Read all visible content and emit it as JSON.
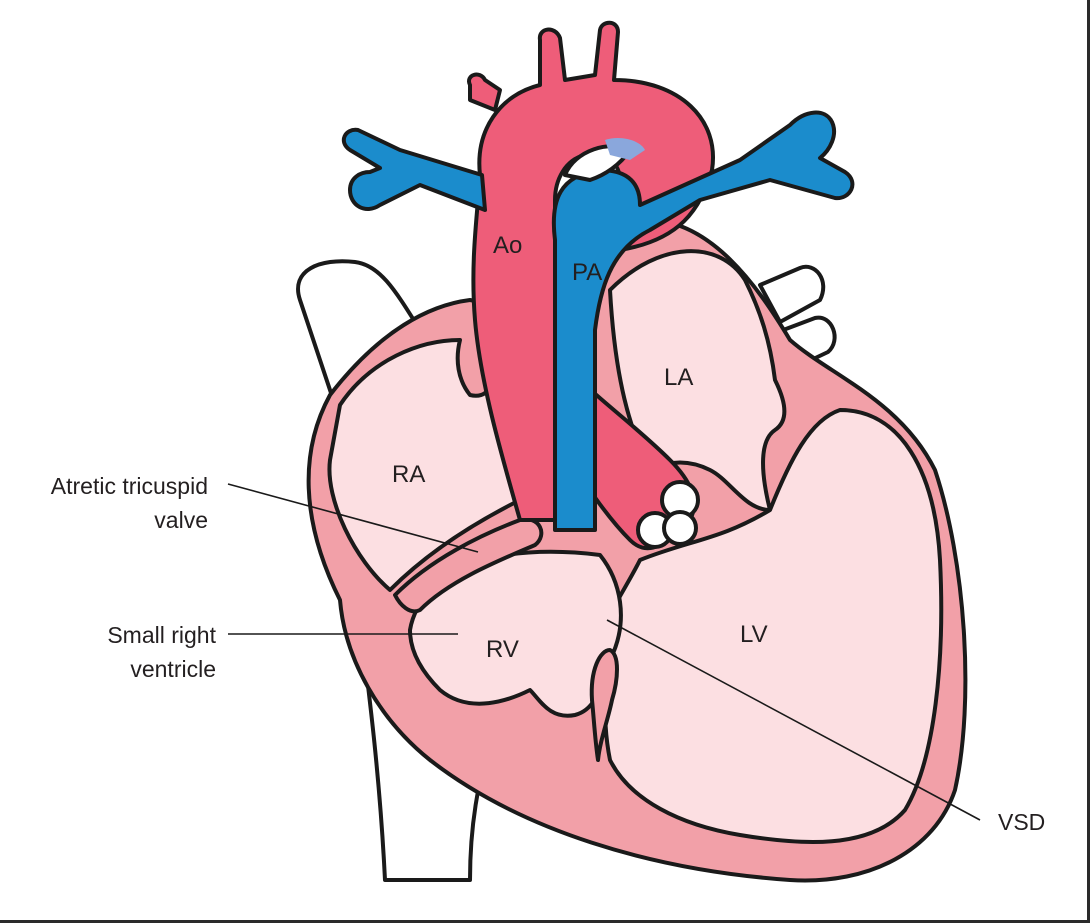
{
  "colors": {
    "oxygenated": "#ee5d79",
    "deoxygenated": "#1b8ccc",
    "wall": "#f2a0a8",
    "chamber": "#fcdfe2",
    "outline": "#1a1a1a",
    "vessel_pale": "#ffffff"
  },
  "chambers": {
    "ra": "RA",
    "la": "LA",
    "rv": "RV",
    "lv": "LV"
  },
  "vessels": {
    "aorta": "Ao",
    "pulmonary_artery": "PA"
  },
  "callouts": {
    "tricuspid": [
      "Atretic tricuspid",
      "valve"
    ],
    "rv": [
      "Small right",
      "ventricle"
    ],
    "vsd": "VSD"
  }
}
